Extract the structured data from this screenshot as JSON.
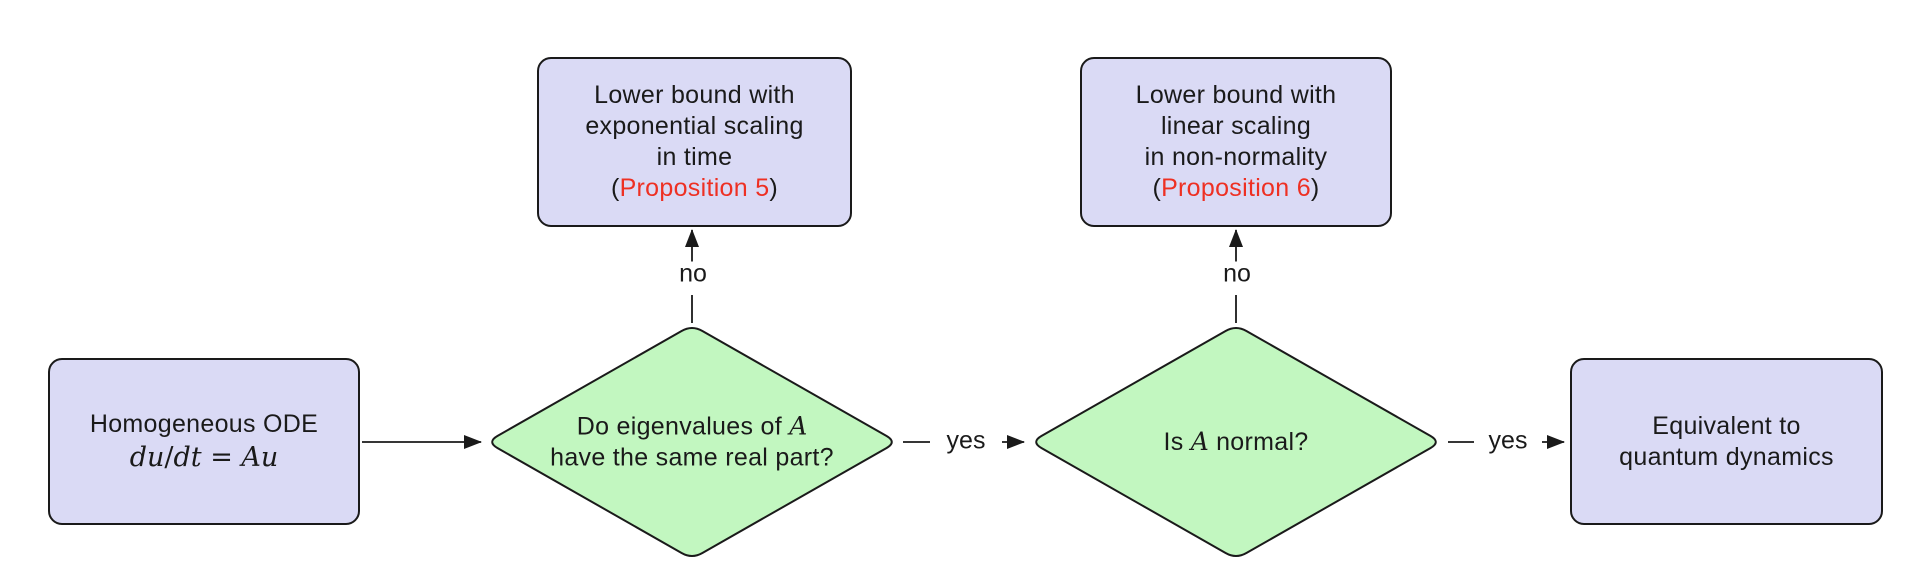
{
  "figure": {
    "type": "flowchart",
    "background": "#ffffff"
  },
  "palette": {
    "process_fill": "#dadaf5",
    "decision_fill": "#c2f7c0",
    "outline": "#1a1a1a",
    "proposition_red": "#ee3023",
    "text": "#1a1a1a"
  },
  "nodes": {
    "start": {
      "title": "Homogeneous ODE",
      "math": {
        "m1": "du",
        "o1": "/",
        "m2": "dt",
        "o2": " = ",
        "m3": "Au"
      }
    },
    "decision1": {
      "line1_text": "Do eigenvalues of ",
      "line1_math": "A",
      "line2": "have the same real part?"
    },
    "prop5": {
      "lines": [
        "Lower bound with",
        "exponential scaling",
        "in time"
      ],
      "paren_open": "(",
      "proposition": "Proposition 5",
      "paren_close": ")"
    },
    "decision2": {
      "prefix": "Is ",
      "math": "A",
      "suffix": " normal?"
    },
    "prop6": {
      "lines": [
        "Lower bound with",
        "linear scaling",
        "in non-normality"
      ],
      "paren_open": "(",
      "proposition": "Proposition 6",
      "paren_close": ")"
    },
    "end": {
      "line1": "Equivalent to",
      "line2": "quantum dynamics"
    }
  },
  "edge_labels": {
    "decision1_no": "no",
    "decision1_yes": "yes",
    "decision2_no": "no",
    "decision2_yes": "yes"
  }
}
